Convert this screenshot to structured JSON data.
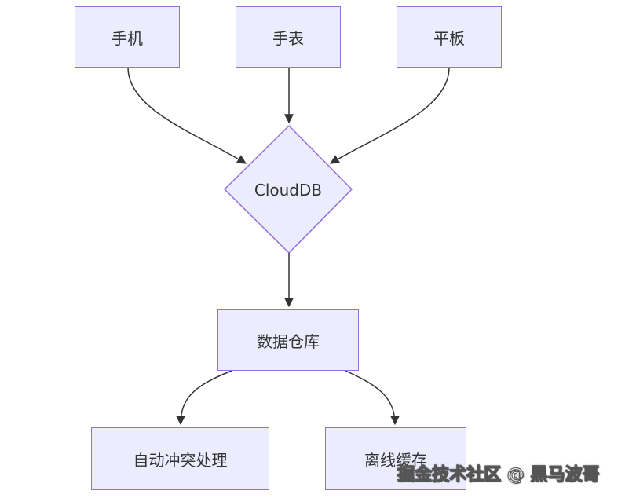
{
  "nodes": {
    "phone": "手机",
    "watch": "手表",
    "tablet": "平板",
    "clouddb": "CloudDB",
    "warehouse": "数据仓库",
    "conflict": "自动冲突处理",
    "offline": "离线缓存"
  },
  "watermark": "掘金技术社区 @ 黑马波哥",
  "colors": {
    "node_fill": "#ECECFF",
    "node_border": "#9370DB",
    "edge": "#333333"
  }
}
